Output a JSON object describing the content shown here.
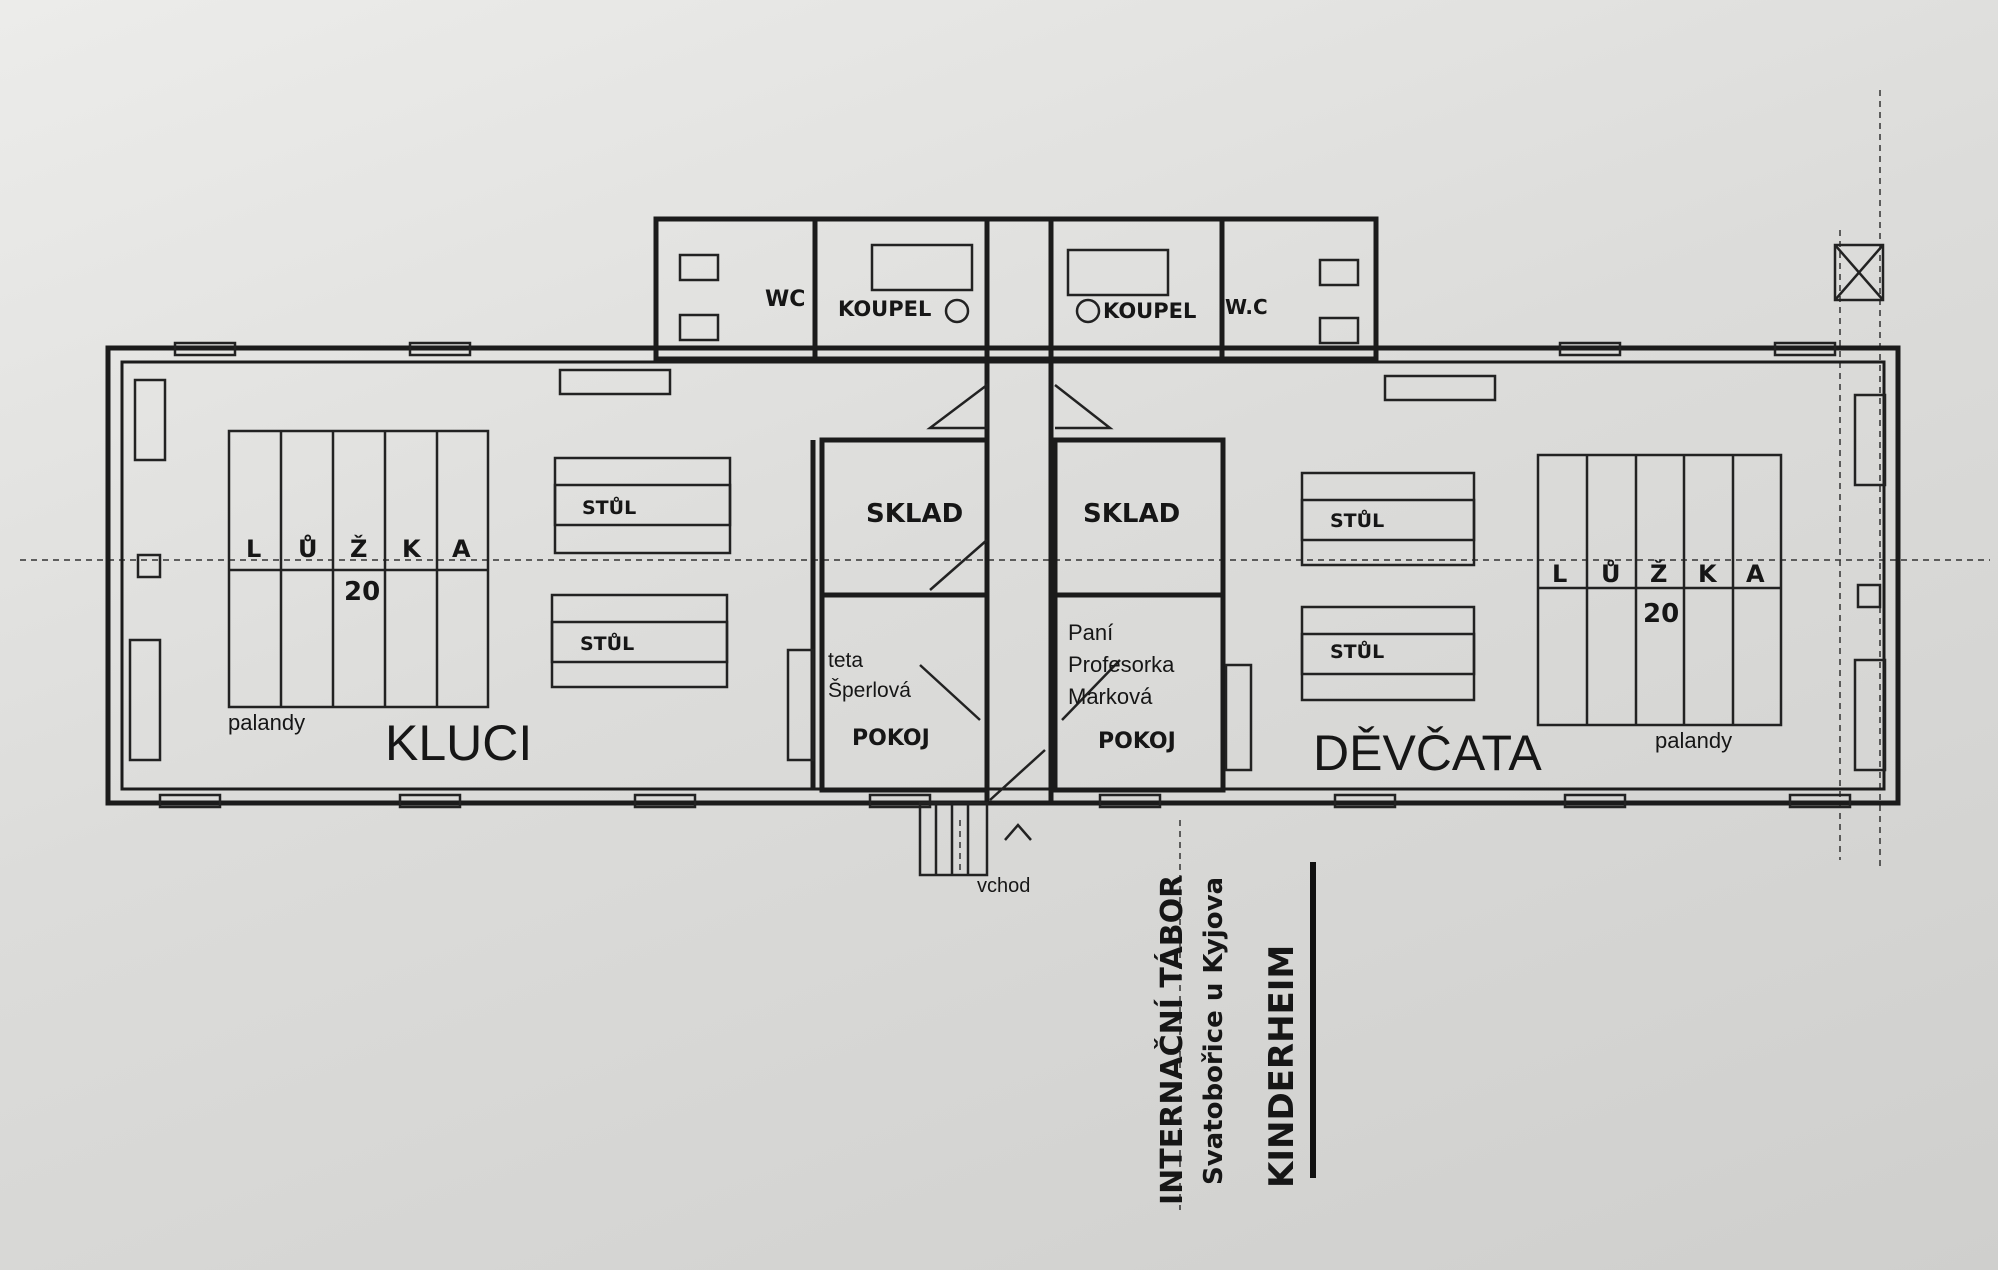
{
  "rooms": {
    "wc_left": "WC",
    "bath_left": "KOUPEL",
    "bath_right": "KOUPEL",
    "wc_right": "W.C",
    "storage_left": "SKLAD",
    "storage_right": "SKLAD",
    "room_left": "POKOJ",
    "room_right": "POKOJ",
    "boys": "KLUCI",
    "girls": "DĚVČATA"
  },
  "occupants": {
    "left_line1": "teta",
    "left_line2": "Šperlová",
    "right_line1": "Paní",
    "right_line2": "Profesorka",
    "right_line3": "Marková"
  },
  "furniture": {
    "table": "STŮL",
    "bunks": "palandy",
    "beds_letters": [
      "L",
      "Ů",
      "Ž",
      "K",
      "A"
    ],
    "beds_count": "20"
  },
  "entrance": "vchod",
  "title_block": {
    "line1": "INTERNAČNÍ TÁBOR",
    "line2": "Svatobořice u Kyjova",
    "line3": "KINDERHEIM"
  }
}
